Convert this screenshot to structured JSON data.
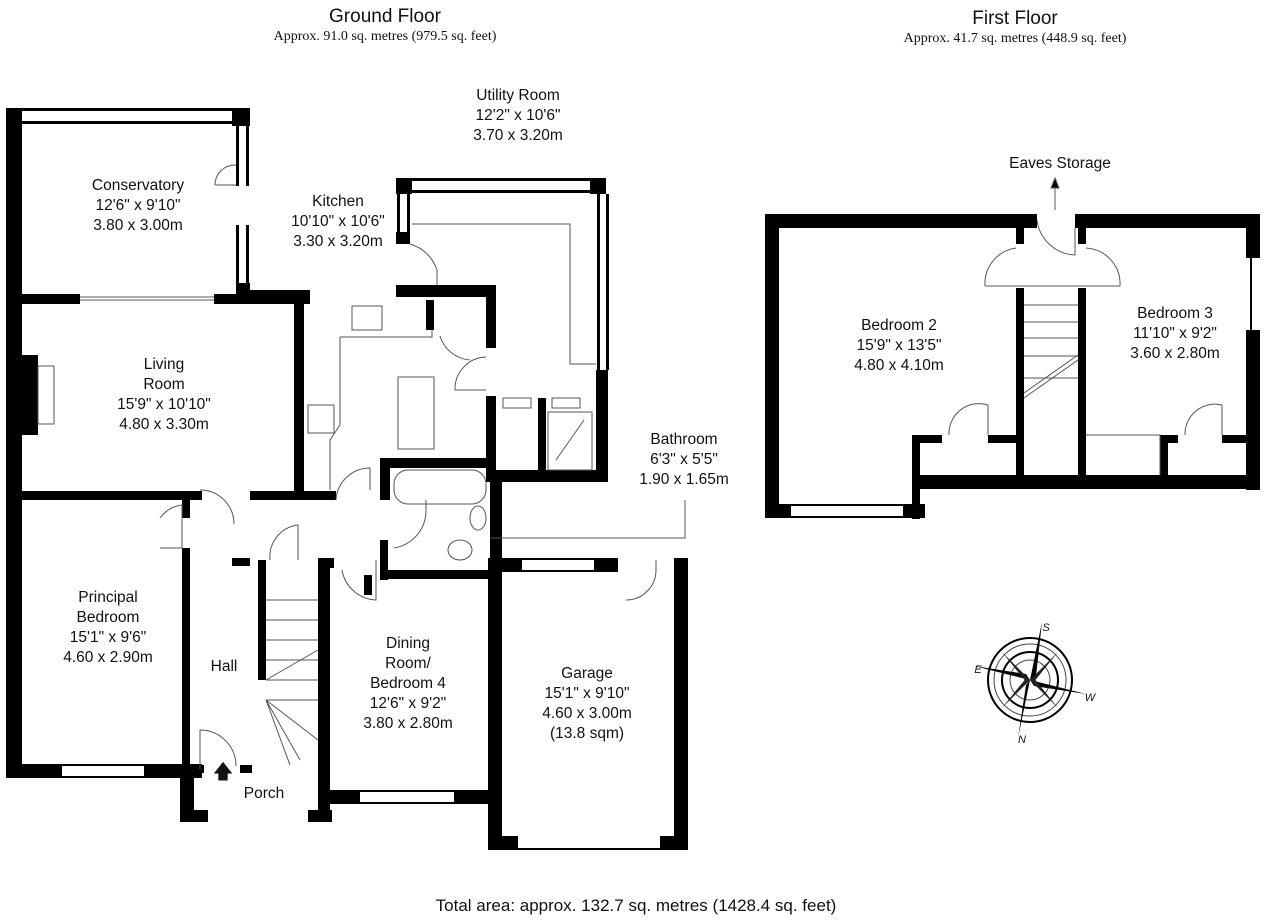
{
  "ground_floor": {
    "title": "Ground Floor",
    "area": "Approx. 91.0 sq. metres (979.5 sq. feet)",
    "rooms": [
      {
        "name": "Conservatory",
        "imperial": "12'6\" x 9'10\"",
        "metric": "3.80 x 3.00m"
      },
      {
        "name": "Kitchen",
        "imperial": "10'10\" x 10'6\"",
        "metric": "3.30 x 3.20m"
      },
      {
        "name": "Utility Room",
        "imperial": "12'2\" x 10'6\"",
        "metric": "3.70 x 3.20m"
      },
      {
        "name_line1": "Living",
        "name_line2": "Room",
        "imperial": "15'9\" x 10'10\"",
        "metric": "4.80 x 3.30m"
      },
      {
        "name": "Bathroom",
        "imperial": "6'3\" x 5'5\"",
        "metric": "1.90 x 1.65m"
      },
      {
        "name_line1": "Principal",
        "name_line2": "Bedroom",
        "imperial": "15'1\" x 9'6\"",
        "metric": "4.60 x 2.90m"
      },
      {
        "name": "Hall"
      },
      {
        "name_line1": "Dining",
        "name_line2": "Room/",
        "name_line3": "Bedroom 4",
        "imperial": "12'6\" x 9'2\"",
        "metric": "3.80 x 2.80m"
      },
      {
        "name": "Garage",
        "imperial": "15'1\" x 9'10\"",
        "metric": "4.60 x 3.00m",
        "extra": "(13.8 sqm)"
      },
      {
        "name": "Porch"
      }
    ]
  },
  "first_floor": {
    "title": "First Floor",
    "area": "Approx. 41.7 sq. metres (448.9 sq. feet)",
    "storage_label": "Eaves Storage",
    "rooms": [
      {
        "name": "Bedroom 2",
        "imperial": "15'9\" x 13'5\"",
        "metric": "4.80 x 4.10m"
      },
      {
        "name": "Bedroom 3",
        "imperial": "11'10\" x 9'2\"",
        "metric": "3.60 x 2.80m"
      }
    ]
  },
  "compass": {
    "n": "N",
    "s": "S",
    "e": "E",
    "w": "W"
  },
  "footer": {
    "total_area": "Total area: approx. 132.7 sq. metres (1428.4 sq. feet)"
  }
}
